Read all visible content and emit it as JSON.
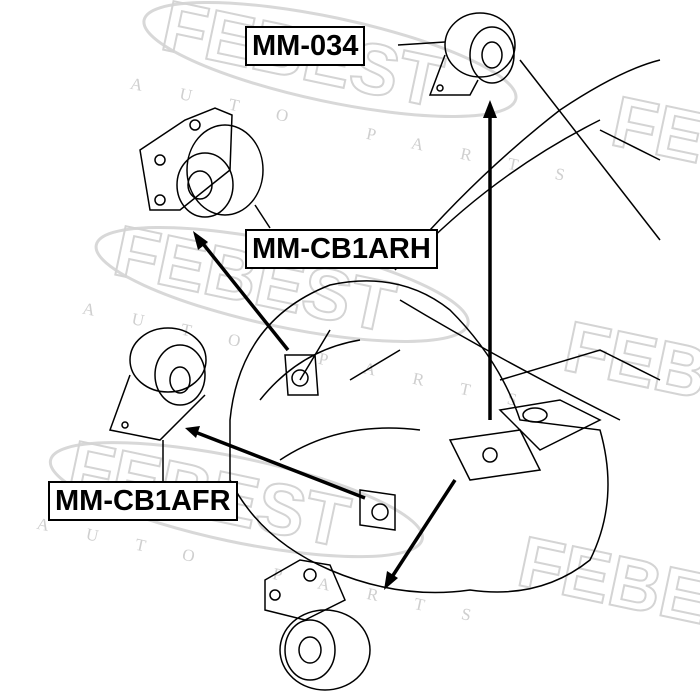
{
  "watermark": {
    "brand": "FEBEST",
    "sub": "AUTO PARTS"
  },
  "labels": {
    "mm034": "MM-034",
    "cb1arh": "MM-CB1ARH",
    "cb1afr": "MM-CB1AFR"
  },
  "colors": {
    "line": "#000000",
    "watermark": "#d4d4d4"
  }
}
